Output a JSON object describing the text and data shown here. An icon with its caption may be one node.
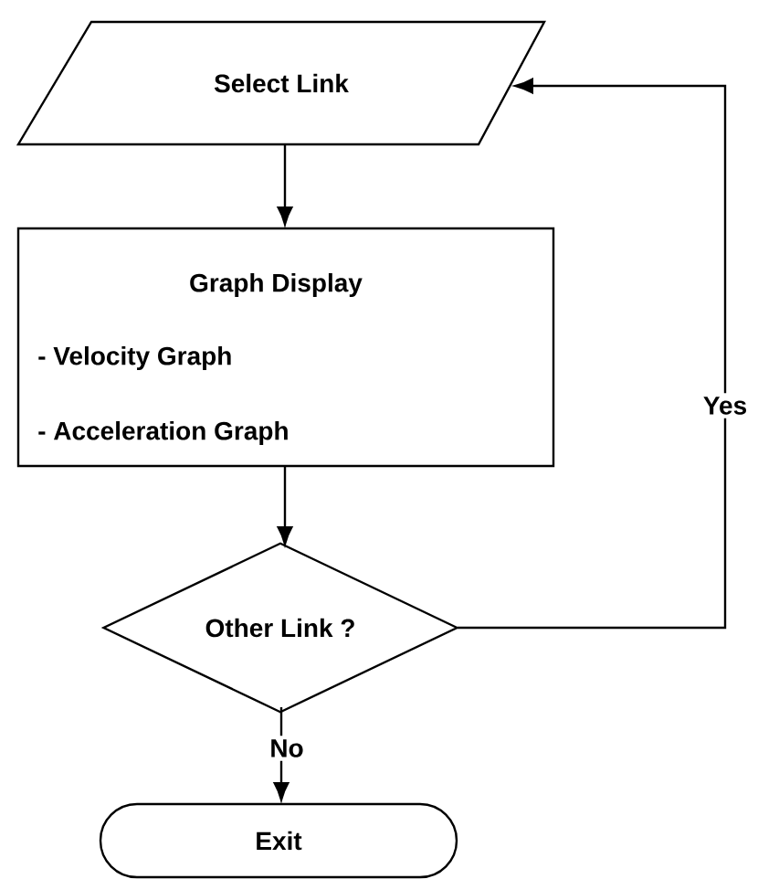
{
  "diagram": {
    "nodes": [
      {
        "text": [
          "Select Link"
        ]
      },
      {
        "text": [
          "Graph Display",
          "- Velocity Graph",
          "- Acceleration Graph"
        ]
      },
      {
        "text": [
          "Other Link ?"
        ]
      },
      {
        "text": [
          "Exit"
        ]
      }
    ],
    "edges": [
      {
        "from": 0,
        "to": 1,
        "arrow": "to"
      },
      {
        "from": 1,
        "to": 2,
        "arrow": "to"
      },
      {
        "from": 2,
        "to": 0,
        "arrow": "to",
        "label": "Yes"
      },
      {
        "from": 2,
        "to": 3,
        "arrow": "to",
        "label": "No"
      }
    ]
  }
}
